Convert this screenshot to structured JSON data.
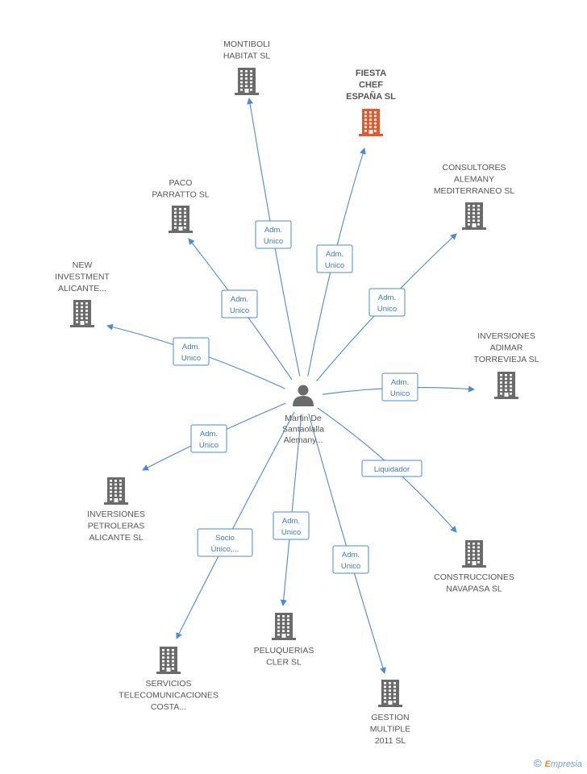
{
  "center": {
    "name_lines": [
      "Martin De",
      "Santaolalla",
      "Alemany..."
    ],
    "icon": "person-icon"
  },
  "colors": {
    "edge": "#4a8ad6",
    "company": "#6b6b6b",
    "highlight": "#e8582c",
    "person": "#6b6b6b"
  },
  "nodes": [
    {
      "id": "montiboli",
      "lines": [
        "MONTIBOLI",
        "HABITAT SL"
      ],
      "highlight": false
    },
    {
      "id": "fiesta",
      "lines": [
        "FIESTA",
        "CHEF",
        "ESPAÑA SL"
      ],
      "highlight": true
    },
    {
      "id": "consultores",
      "lines": [
        "CONSULTORES",
        "ALEMANY",
        "MEDITERRANEO SL"
      ],
      "highlight": false
    },
    {
      "id": "paco",
      "lines": [
        "PACO",
        "PARRATTO SL"
      ],
      "highlight": false
    },
    {
      "id": "new-investment",
      "lines": [
        "NEW",
        "INVESTMENT",
        "ALICANTE..."
      ],
      "highlight": false
    },
    {
      "id": "inversiones-adimar",
      "lines": [
        "INVERSIONES",
        "ADIMAR",
        "TORREVIEJA SL"
      ],
      "highlight": false
    },
    {
      "id": "inversiones-petroleras",
      "lines": [
        "INVERSIONES",
        "PETROLERAS",
        "ALICANTE SL"
      ],
      "highlight": false
    },
    {
      "id": "construcciones",
      "lines": [
        "CONSTRUCCIONES",
        "NAVAPASA SL"
      ],
      "highlight": false
    },
    {
      "id": "servicios",
      "lines": [
        "SERVICIOS",
        "TELECOMUNICACIONES",
        "COSTA..."
      ],
      "highlight": false
    },
    {
      "id": "peluquerias",
      "lines": [
        "PELUQUERIAS",
        "CLER SL"
      ],
      "highlight": false
    },
    {
      "id": "gestion",
      "lines": [
        "GESTION",
        "MULTIPLE",
        "2011 SL"
      ],
      "highlight": false
    }
  ],
  "relations": [
    {
      "to": "montiboli",
      "lines": [
        "Adm.",
        "Unico"
      ]
    },
    {
      "to": "fiesta",
      "lines": [
        "Adm.",
        "Unico"
      ]
    },
    {
      "to": "consultores",
      "lines": [
        "Adm.",
        "Unico"
      ]
    },
    {
      "to": "paco",
      "lines": [
        "Adm.",
        "Unico"
      ]
    },
    {
      "to": "new-investment",
      "lines": [
        "Adm.",
        "Unico"
      ]
    },
    {
      "to": "inversiones-adimar",
      "lines": [
        "Adm.",
        "Unico"
      ]
    },
    {
      "to": "inversiones-petroleras",
      "lines": [
        "Adm.",
        "Unico"
      ]
    },
    {
      "to": "construcciones",
      "lines": [
        "Liquidador"
      ]
    },
    {
      "to": "servicios",
      "lines": [
        "Socio",
        "Único,..."
      ]
    },
    {
      "to": "peluquerias",
      "lines": [
        "Adm.",
        "Unico"
      ]
    },
    {
      "to": "gestion",
      "lines": [
        "Adm.",
        "Unico"
      ]
    }
  ],
  "footer": {
    "copyright": "©",
    "brand_initial": "E",
    "brand_rest": "mpresia"
  }
}
